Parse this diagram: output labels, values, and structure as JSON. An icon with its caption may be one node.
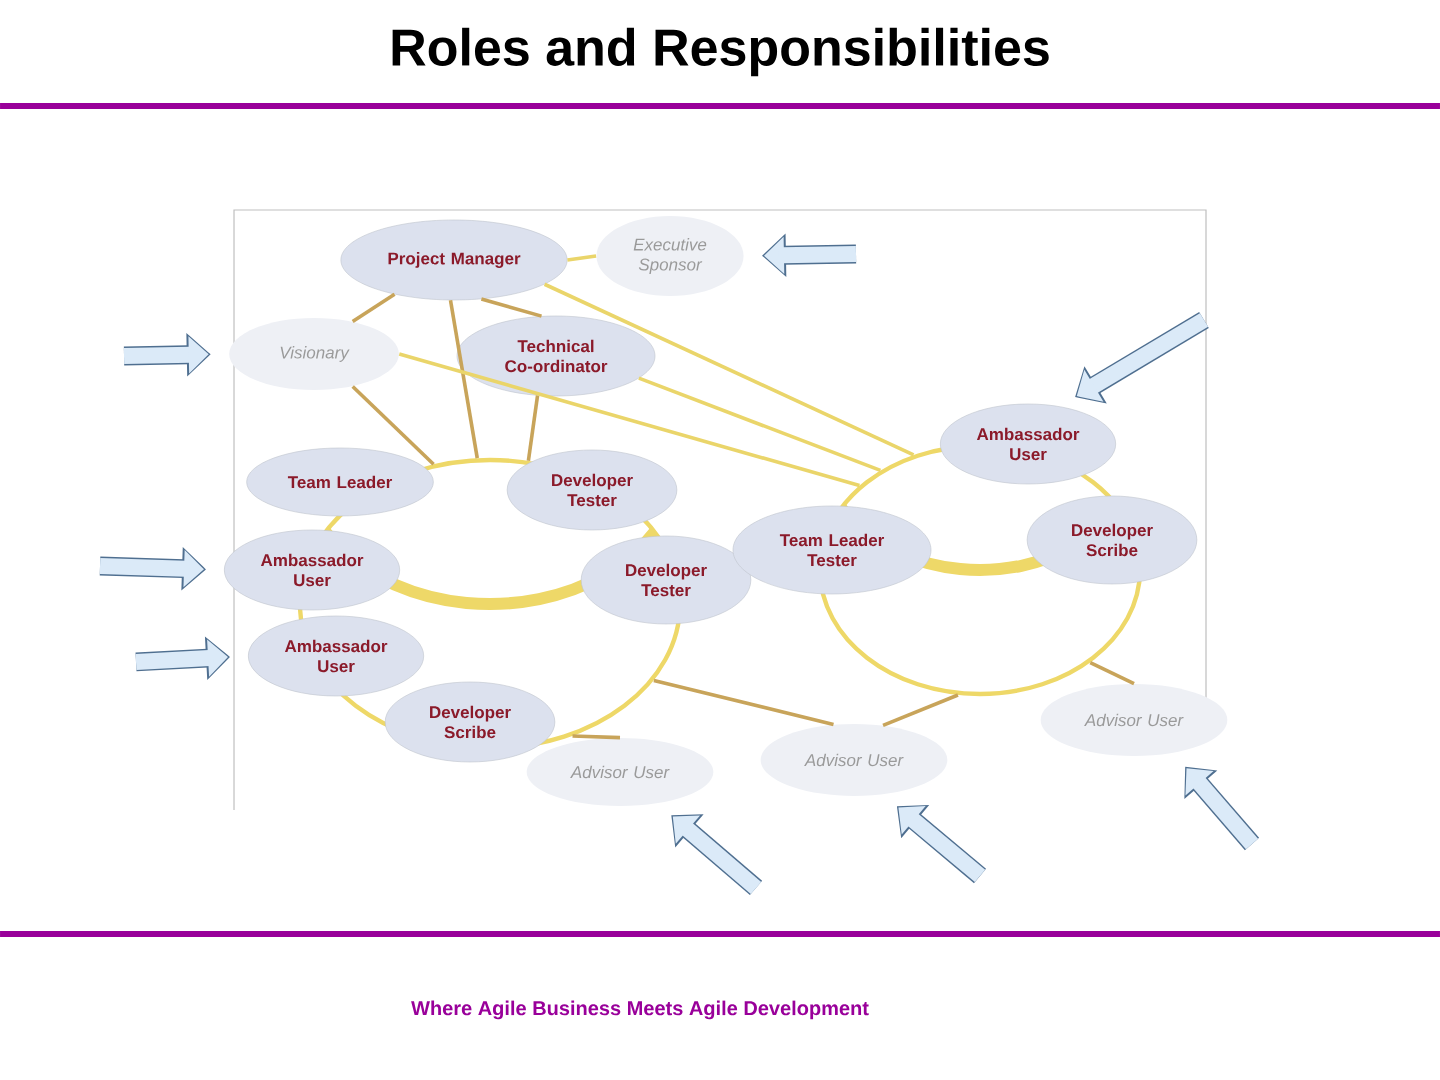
{
  "diagram": {
    "title": "Roles and Responsibilities",
    "nodes": [
      {
        "text": [
          "Project Manager"
        ]
      },
      {
        "text": [
          "Executive Sponsor"
        ]
      },
      {
        "text": [
          "Visionary"
        ]
      },
      {
        "text": [
          "Technical Co-ordinator"
        ]
      },
      {
        "text": [
          "Team Leader"
        ]
      },
      {
        "text": [
          "Developer Tester"
        ]
      },
      {
        "text": [
          "Ambassador User"
        ]
      },
      {
        "text": [
          "Ambassador User"
        ]
      },
      {
        "text": [
          "Developer Scribe"
        ]
      },
      {
        "text": [
          "Advisor User"
        ]
      },
      {
        "text": [
          "Developer Tester"
        ]
      },
      {
        "text": [
          "Team Leader Tester"
        ]
      },
      {
        "text": [
          "Ambassador User"
        ]
      },
      {
        "text": [
          "Developer Scribe"
        ]
      },
      {
        "text": [
          "Advisor User"
        ]
      },
      {
        "text": [
          "Advisor User"
        ]
      },
      {
        "text": [],
        "shape": "circle"
      },
      {
        "text": [],
        "shape": "circle"
      }
    ],
    "edges": [
      {
        "from": 0,
        "to": 1,
        "arrow": "none"
      },
      {
        "from": 0,
        "to": 2,
        "arrow": "none",
        "color": "#c8a45a"
      },
      {
        "from": 0,
        "to": 3,
        "arrow": "none",
        "color": "#c8a45a"
      },
      {
        "from": 0,
        "to": 16,
        "arrow": "none",
        "color": "#c8a45a"
      },
      {
        "from": 2,
        "to": 16,
        "arrow": "none",
        "color": "#c8a45a"
      },
      {
        "from": 3,
        "to": 16,
        "arrow": "none",
        "color": "#c8a45a"
      },
      {
        "from": 0,
        "to": 17,
        "arrow": "none"
      },
      {
        "from": 2,
        "to": 17,
        "arrow": "none"
      },
      {
        "from": 3,
        "to": 17,
        "arrow": "none"
      },
      {
        "from": 16,
        "to": 9,
        "arrow": "none",
        "color": "#c8a45a"
      },
      {
        "from": 16,
        "to": 14,
        "arrow": "none",
        "color": "#c8a45a"
      },
      {
        "from": 17,
        "to": 14,
        "arrow": "none",
        "color": "#c8a45a"
      },
      {
        "from": 17,
        "to": 15,
        "arrow": "none",
        "color": "#c8a45a"
      },
      {
        "from": null,
        "to": 1,
        "arrow": "to",
        "style": "thick",
        "color": "#dbeaf8"
      },
      {
        "from": null,
        "to": 2,
        "arrow": "to",
        "style": "thick",
        "color": "#dbeaf8"
      },
      {
        "from": null,
        "to": 6,
        "arrow": "to",
        "style": "thick",
        "color": "#dbeaf8"
      },
      {
        "from": null,
        "to": 7,
        "arrow": "to",
        "style": "thick",
        "color": "#dbeaf8"
      },
      {
        "from": null,
        "to": 9,
        "arrow": "to",
        "style": "thick",
        "color": "#dbeaf8"
      },
      {
        "from": null,
        "to": 14,
        "arrow": "to",
        "style": "thick",
        "color": "#dbeaf8"
      },
      {
        "from": null,
        "to": 15,
        "arrow": "to",
        "style": "thick",
        "color": "#dbeaf8"
      },
      {
        "from": null,
        "to": 12,
        "arrow": "to",
        "style": "thick",
        "color": "#dbeaf8"
      }
    ],
    "labels": [
      "Where Agile Business Meets Agile Development"
    ]
  }
}
